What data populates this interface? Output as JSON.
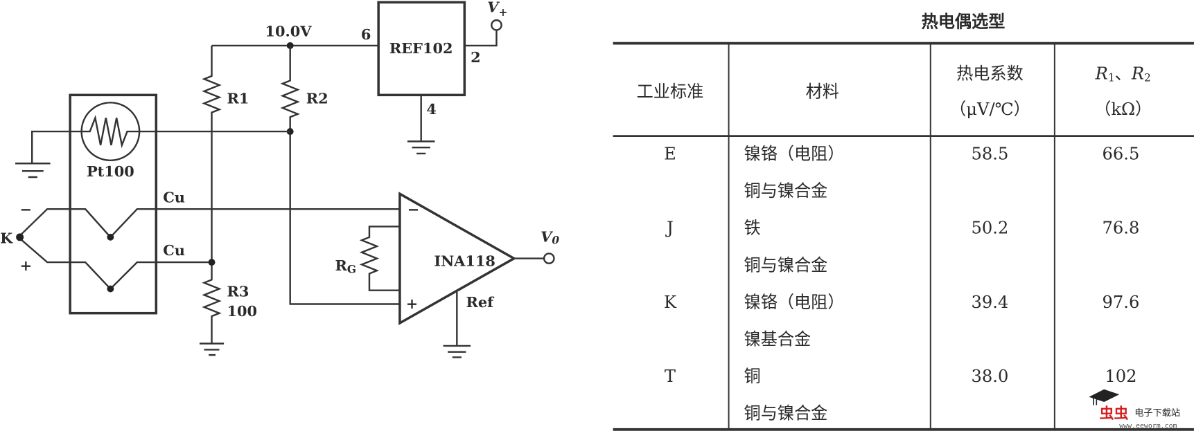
{
  "circuit": {
    "supply_voltage": "10.0V",
    "reference_ic": "REF102",
    "ref_pins": {
      "out": "6",
      "vin": "2",
      "gnd": "4"
    },
    "vplus": {
      "main": "V",
      "sub": "+"
    },
    "resistors": {
      "r1": "R1",
      "r2": "R2",
      "r3": "R3",
      "r3_value": "100",
      "rg_main": "R",
      "rg_sub": "G"
    },
    "rtd": "Pt100",
    "thermocouple": {
      "junction": "K",
      "minus": "−",
      "plus": "+",
      "wire_top": "Cu",
      "wire_bottom": "Cu"
    },
    "amplifier": {
      "name": "INA118",
      "inv": "−",
      "noninv": "+",
      "ref": "Ref"
    },
    "output": {
      "main": "V",
      "sub": "0"
    }
  },
  "table": {
    "title": "热电偶选型",
    "headers": {
      "standard": "工业标准",
      "material": "材料",
      "coef_line1": "热电系数",
      "coef_line2": "（μV/℃）",
      "r_main1": "R",
      "r_sub1": "1",
      "r_sep": "、",
      "r_main2": "R",
      "r_sub2": "2",
      "r_unit": "（kΩ）"
    },
    "rows": [
      {
        "standard": "E",
        "material": "镍铬（电阻）",
        "coef": "58.5",
        "r": "66.5"
      },
      {
        "standard": "",
        "material": "铜与镍合金",
        "coef": "",
        "r": ""
      },
      {
        "standard": "J",
        "material": "铁",
        "coef": "50.2",
        "r": "76.8"
      },
      {
        "standard": "",
        "material": "铜与镍合金",
        "coef": "",
        "r": ""
      },
      {
        "standard": "K",
        "material": "镍铬（电阻）",
        "coef": "39.4",
        "r": "97.6"
      },
      {
        "standard": "",
        "material": "镍基合金",
        "coef": "",
        "r": ""
      },
      {
        "standard": "T",
        "material": "铜",
        "coef": "38.0",
        "r": "102"
      },
      {
        "standard": "",
        "material": "铜与镍合金",
        "coef": "",
        "r": ""
      }
    ]
  },
  "watermark": {
    "brand": "虫虫",
    "name": "电子下载站",
    "url": "www.eeworm.com",
    "brand_color": "#d42020"
  }
}
